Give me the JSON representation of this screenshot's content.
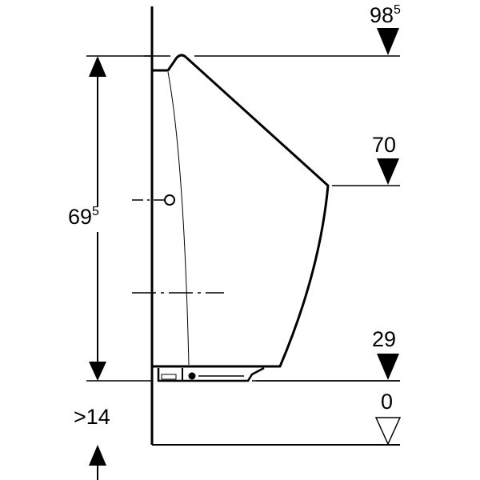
{
  "dimensions": {
    "height_total": {
      "main": "69",
      "sup": "5"
    },
    "floor_gap": ">14"
  },
  "levels": [
    {
      "main": "98",
      "sup": "5",
      "filled": true
    },
    {
      "main": "70",
      "sup": "",
      "filled": true
    },
    {
      "main": "29",
      "sup": "",
      "filled": true
    },
    {
      "main": "0",
      "sup": "",
      "filled": false
    }
  ]
}
